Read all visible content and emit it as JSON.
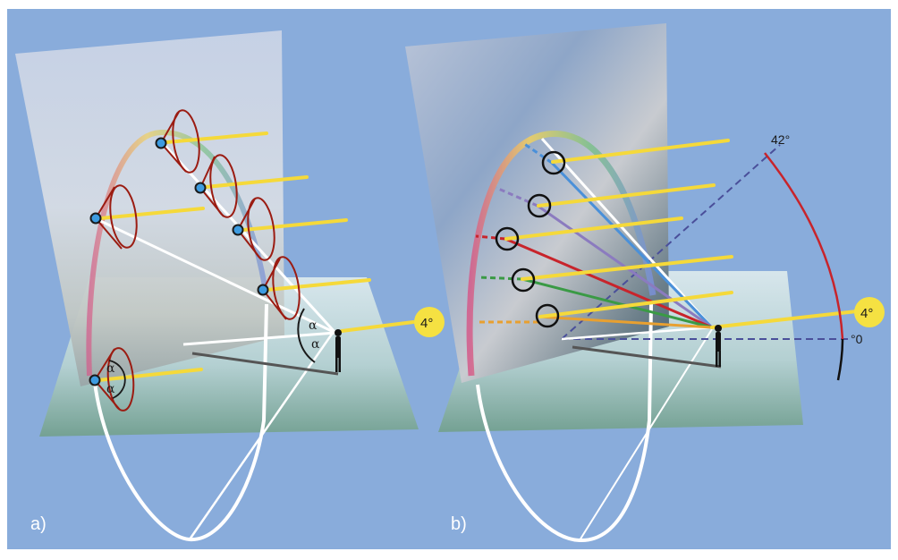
{
  "figure": {
    "background_color": "#89acdb",
    "panels": [
      {
        "id": "a",
        "label": "a)",
        "angle_symbols": [
          "α",
          "α"
        ],
        "droplet_angle_symbols": [
          "α",
          "α"
        ],
        "sun_angle_badge": "4°",
        "droplet_count": 6
      },
      {
        "id": "b",
        "label": "b)",
        "sun_angle_badge": "4°",
        "arc_start_label": "°0",
        "arc_end_label": "42°",
        "droplet_count": 5,
        "ray_colors": [
          "#4a90d9",
          "#8b7bbf",
          "#c8242b",
          "#3a9a45",
          "#e8a030"
        ]
      }
    ],
    "colors": {
      "sun_ray": "#f5d93a",
      "cone": "#9b1c12",
      "droplet": "#3d9be0",
      "ground_top": "#d5e4ea",
      "ground_bottom": "#7fa89c",
      "arc": "#c8242b",
      "dashed": "#4a4f9a",
      "badge": "#f5e142"
    }
  }
}
